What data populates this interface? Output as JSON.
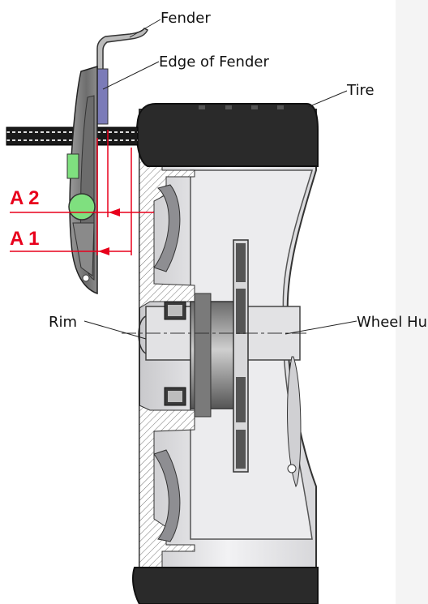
{
  "labels": {
    "fender": "Fender",
    "edge_of_fender": "Edge of Fender",
    "tire": "Tire",
    "rim": "Rim",
    "wheel_hub": "Wheel Hub"
  },
  "measurements": {
    "a2": "A 2",
    "a1": "A 1"
  },
  "colors": {
    "measure_red": "#e8001c",
    "tire_dark": "#2a2a2a",
    "metal_light": "#e6e6e8",
    "metal_mid": "#b9b9bd",
    "gauge_body": "#8a8a8a",
    "gauge_green": "#7fe07f",
    "fender_edge": "#7b7bb8"
  }
}
